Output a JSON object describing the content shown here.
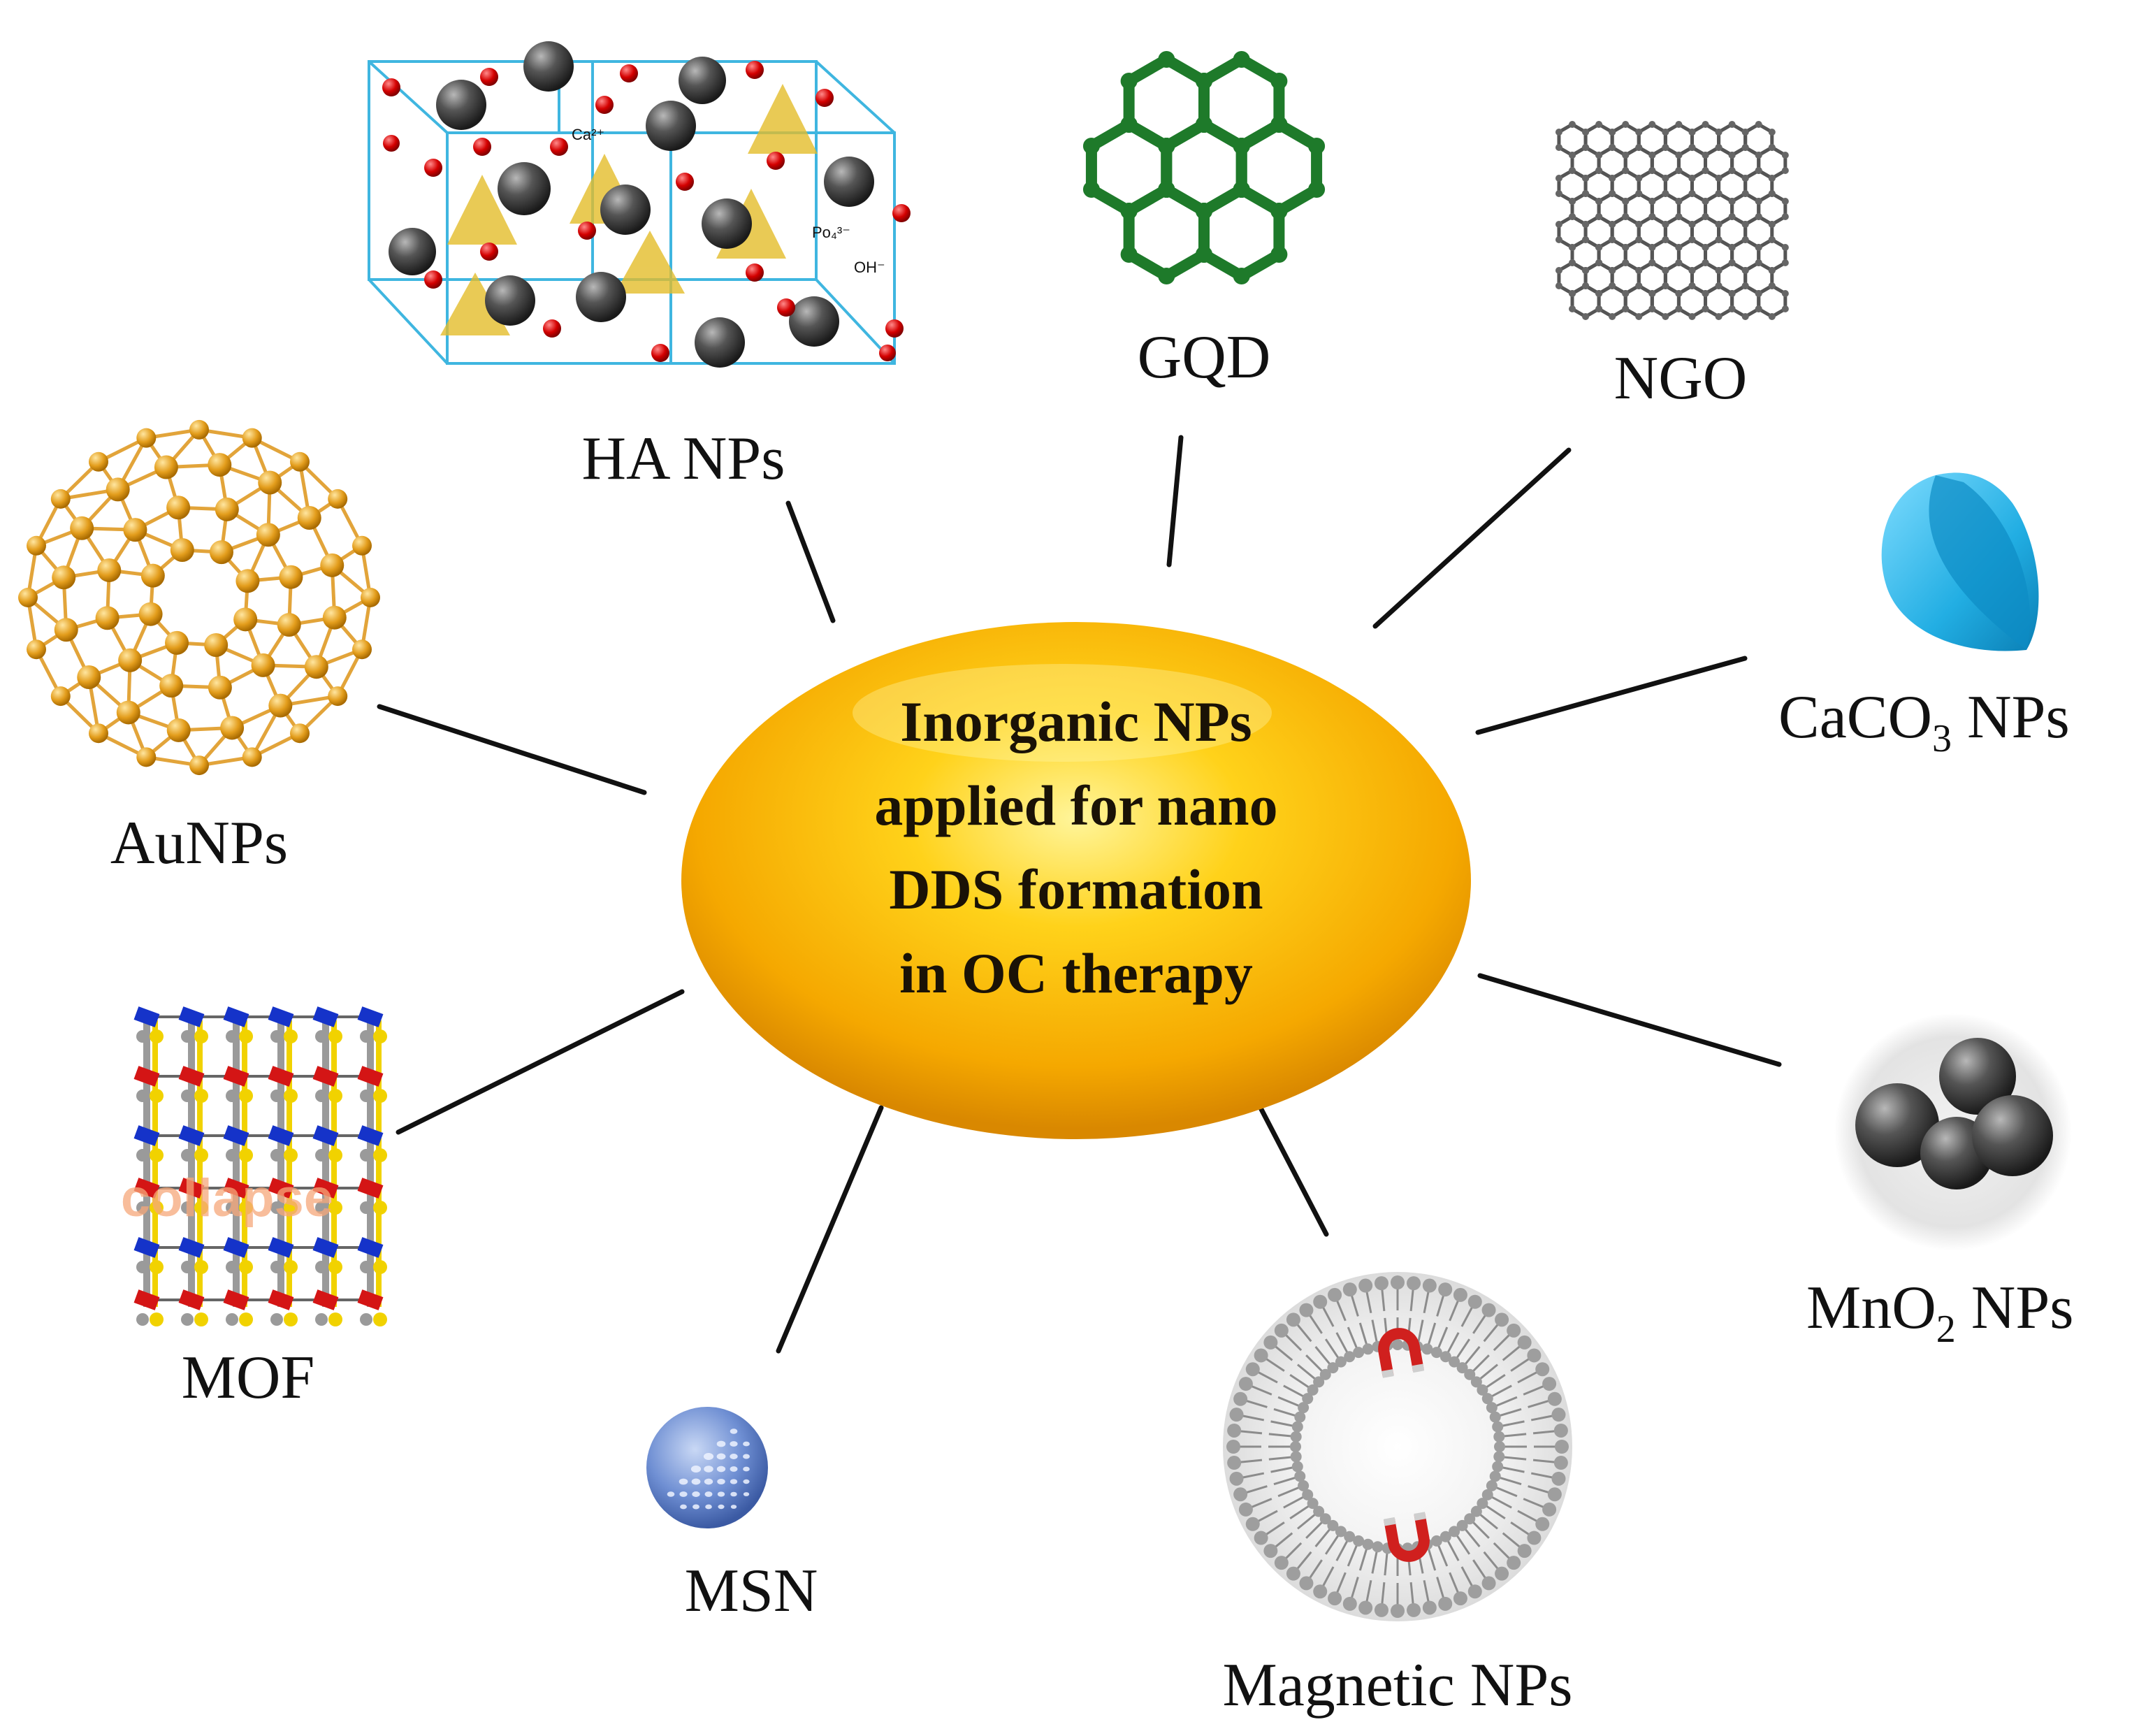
{
  "center": {
    "lines": [
      "Inorganic NPs",
      "applied for nano",
      "DDS formation",
      "in OC therapy"
    ]
  },
  "nodes": {
    "ha": {
      "label": "HA NPs",
      "ions": {
        "ca": "Ca²⁺",
        "po4": "Po₄³⁻",
        "oh": "OH⁻"
      }
    },
    "gqd": {
      "label": "GQD"
    },
    "ngo": {
      "label": "NGO"
    },
    "caco3": {
      "label_main": "CaCO",
      "label_sub": "3",
      "label_tail": " NPs"
    },
    "auNPs": {
      "label": "AuNPs"
    },
    "mof": {
      "label": "MOF",
      "watermark": "collapse"
    },
    "msn": {
      "label": "MSN"
    },
    "magnetic": {
      "label": "Magnetic NPs"
    },
    "mno2": {
      "label_main": "MnO",
      "label_sub": "2",
      "label_tail": " NPs"
    }
  },
  "colors": {
    "center_fill": "#f7b500",
    "center_highlight": "#fff36a",
    "gqd_green": "#1e7a2a",
    "gold": "#e0a22a",
    "caco3_blue": "#29b3e6",
    "msn_blue": "#5b7fc8",
    "magnet_red": "#d0201e",
    "lattice_blue": "#4bb8e0"
  }
}
